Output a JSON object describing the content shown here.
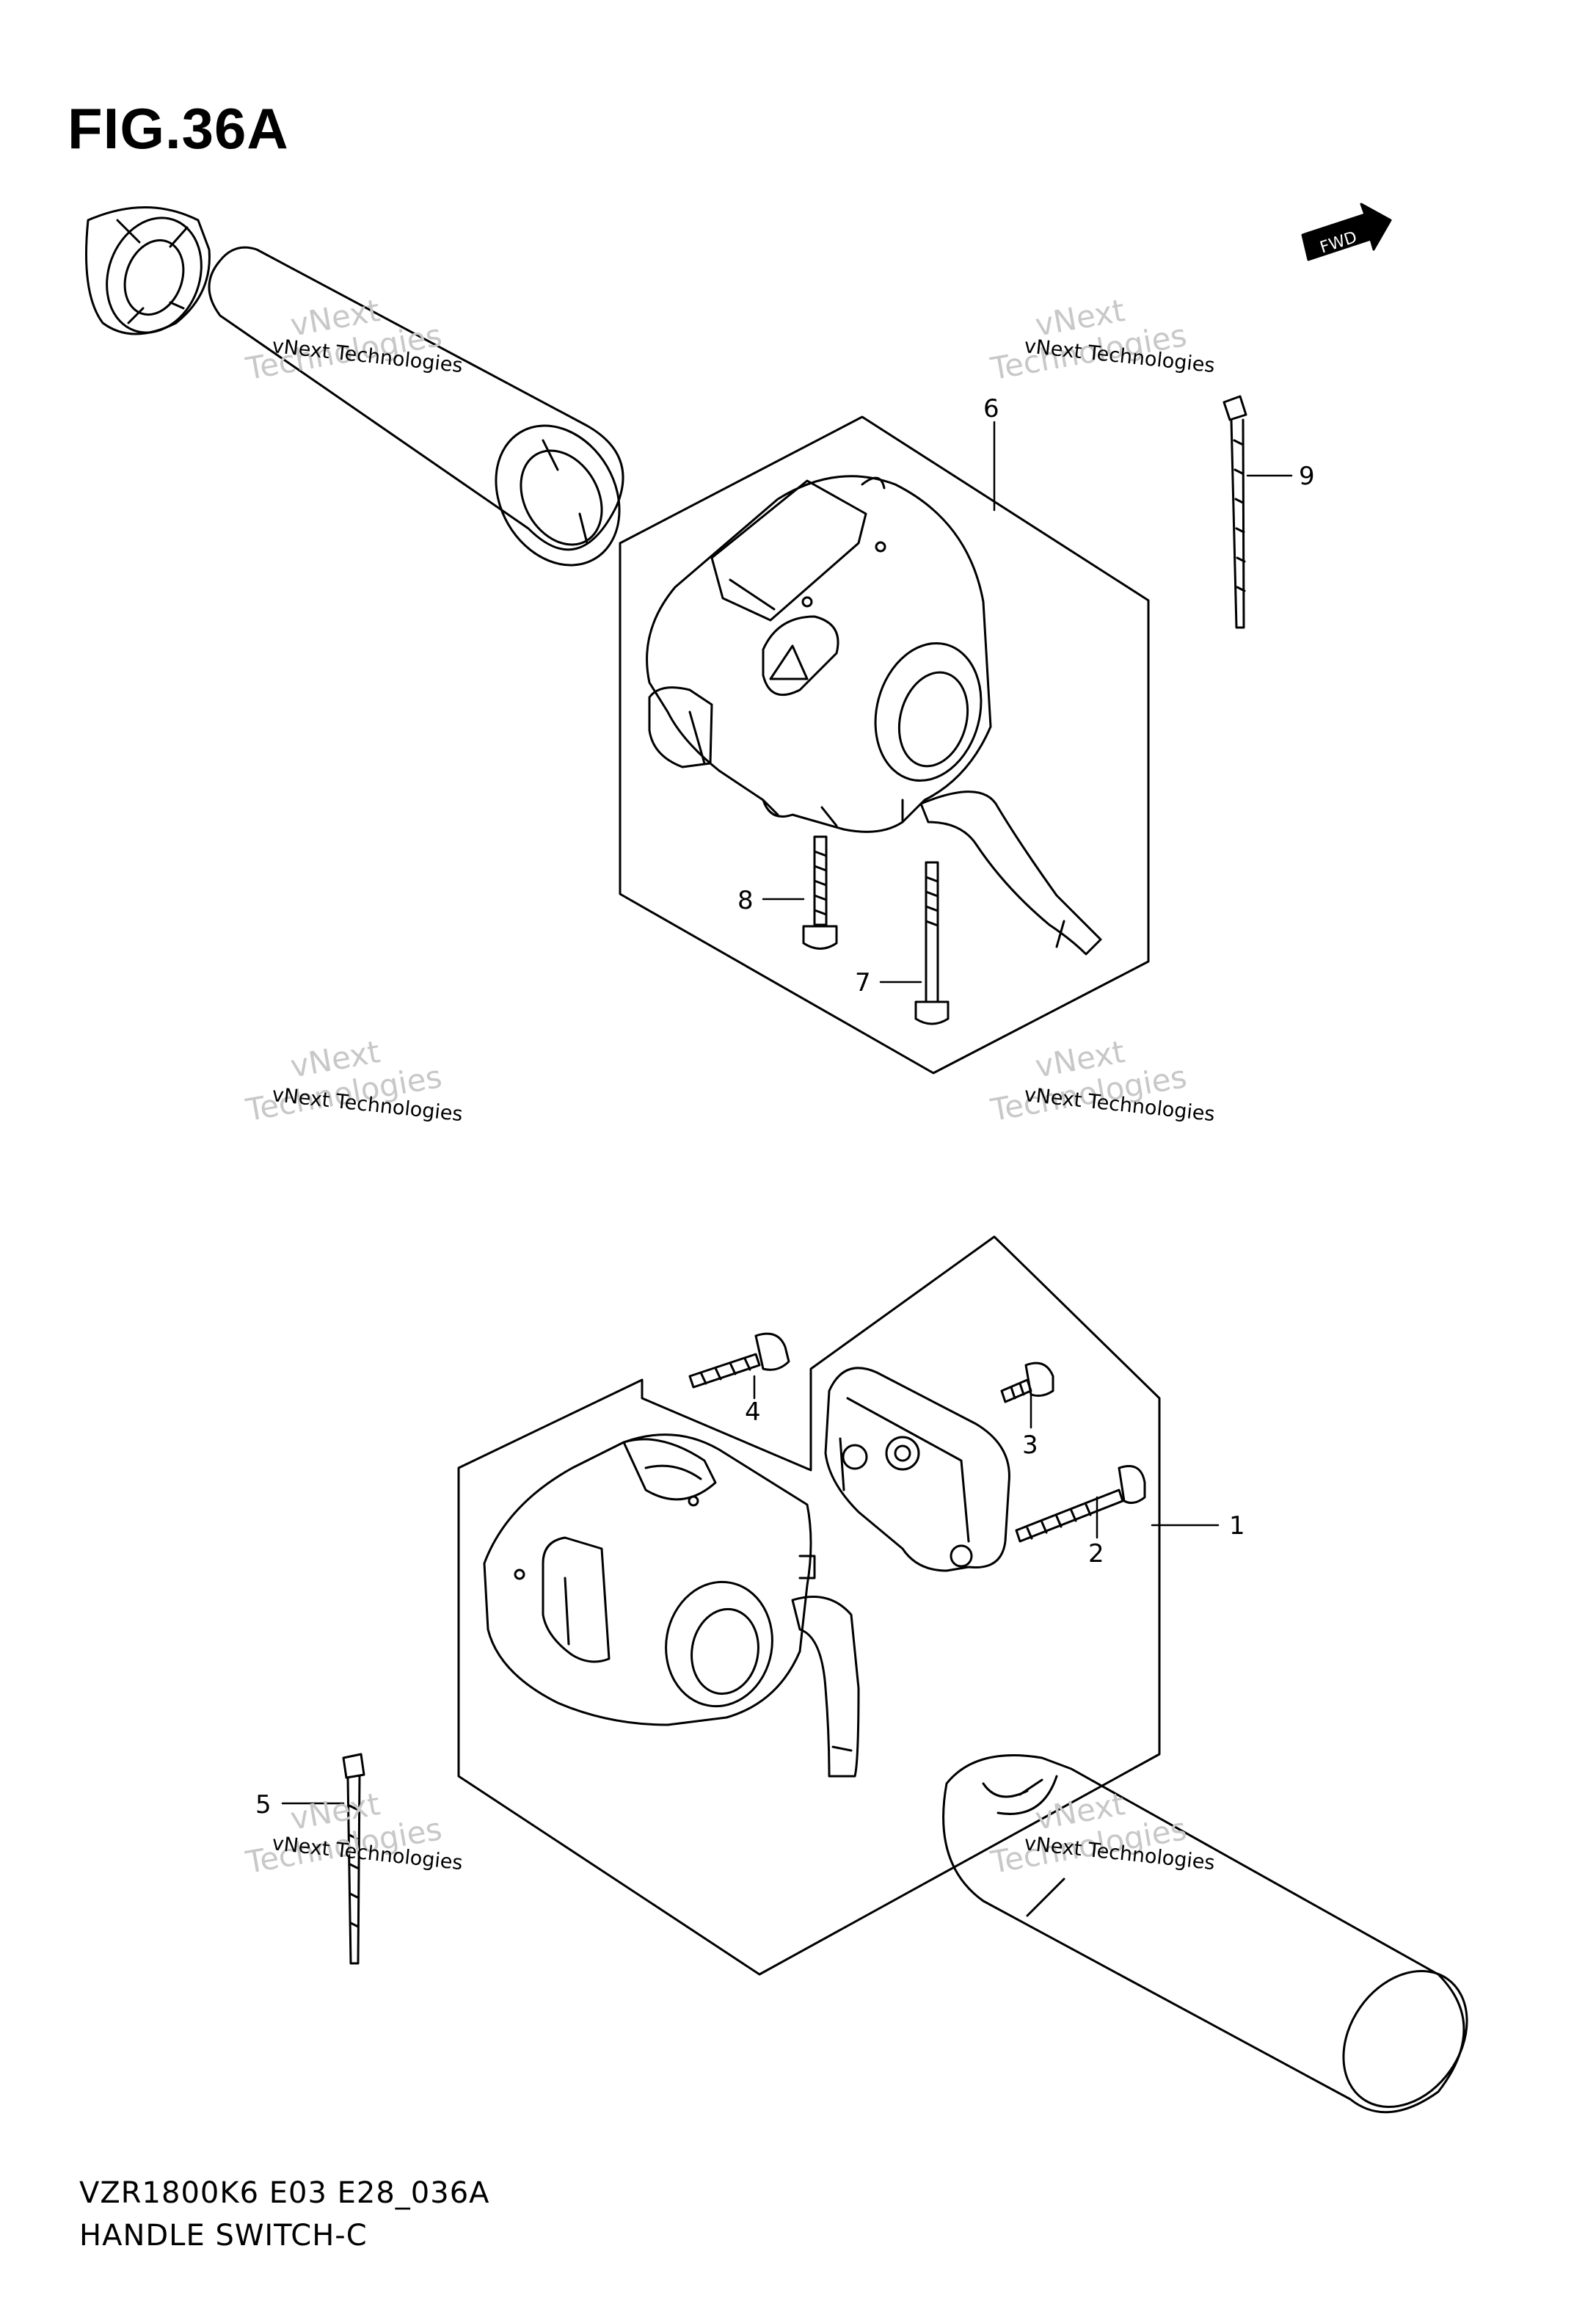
{
  "figure": {
    "title": "FIG.36A"
  },
  "direction_badge": {
    "label": "FWD"
  },
  "callouts": [
    {
      "number": "1",
      "part": "handle-switch-left-assembly"
    },
    {
      "number": "2",
      "part": "screw-long"
    },
    {
      "number": "3",
      "part": "screw-short"
    },
    {
      "number": "4",
      "part": "screw-medium"
    },
    {
      "number": "5",
      "part": "cable-tie-lower"
    },
    {
      "number": "6",
      "part": "handle-switch-right-assembly"
    },
    {
      "number": "7",
      "part": "screw-long-lower"
    },
    {
      "number": "8",
      "part": "screw-short-lower"
    },
    {
      "number": "9",
      "part": "cable-tie-upper"
    }
  ],
  "watermark": {
    "line1": "vNext",
    "line2": "vNext Technologies",
    "line3": "Technologies"
  },
  "footer": {
    "model_code": "VZR1800K6 E03 E28_036A",
    "diagram_name": "HANDLE SWITCH-C"
  },
  "colors": {
    "ink": "#000000",
    "watermark": "#c8c8c8",
    "background": "#ffffff"
  }
}
